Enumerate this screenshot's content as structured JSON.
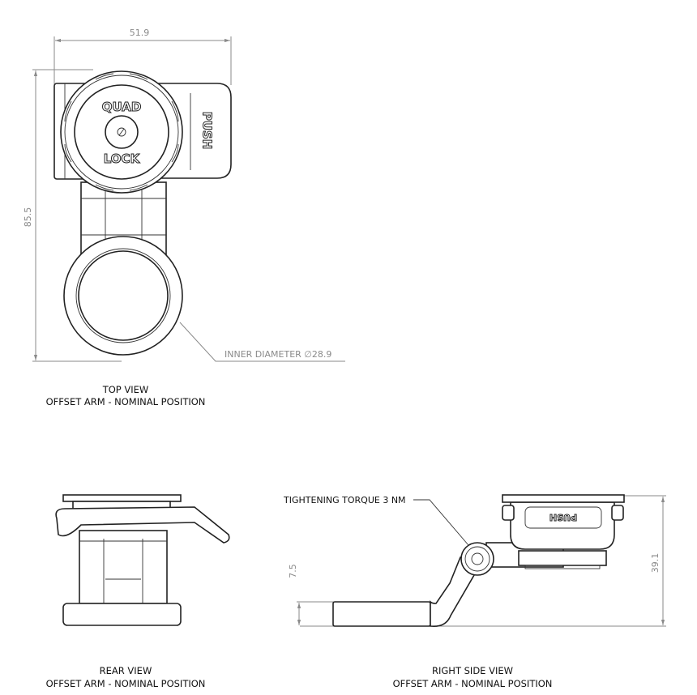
{
  "top_view": {
    "width_dimension": "51.9",
    "height_dimension": "85.5",
    "inner_diameter_note": "INNER DIAMETER ∅28.9",
    "caption_title": "TOP VIEW",
    "caption_subtitle": "OFFSET ARM - NOMINAL POSITION",
    "logo_top": "QUAD",
    "logo_bottom": "LOCK",
    "push_label": "PUSH"
  },
  "rear_view": {
    "caption_title": "REAR VIEW",
    "caption_subtitle": "OFFSET ARM - NOMINAL POSITION"
  },
  "right_side_view": {
    "torque_note": "TIGHTENING TORQUE 3 NM",
    "height_dimension": "39.1",
    "offset_dimension": "7.5",
    "caption_title": "RIGHT SIDE VIEW",
    "caption_subtitle": "OFFSET ARM - NOMINAL POSITION",
    "push_label": "PUSH"
  }
}
